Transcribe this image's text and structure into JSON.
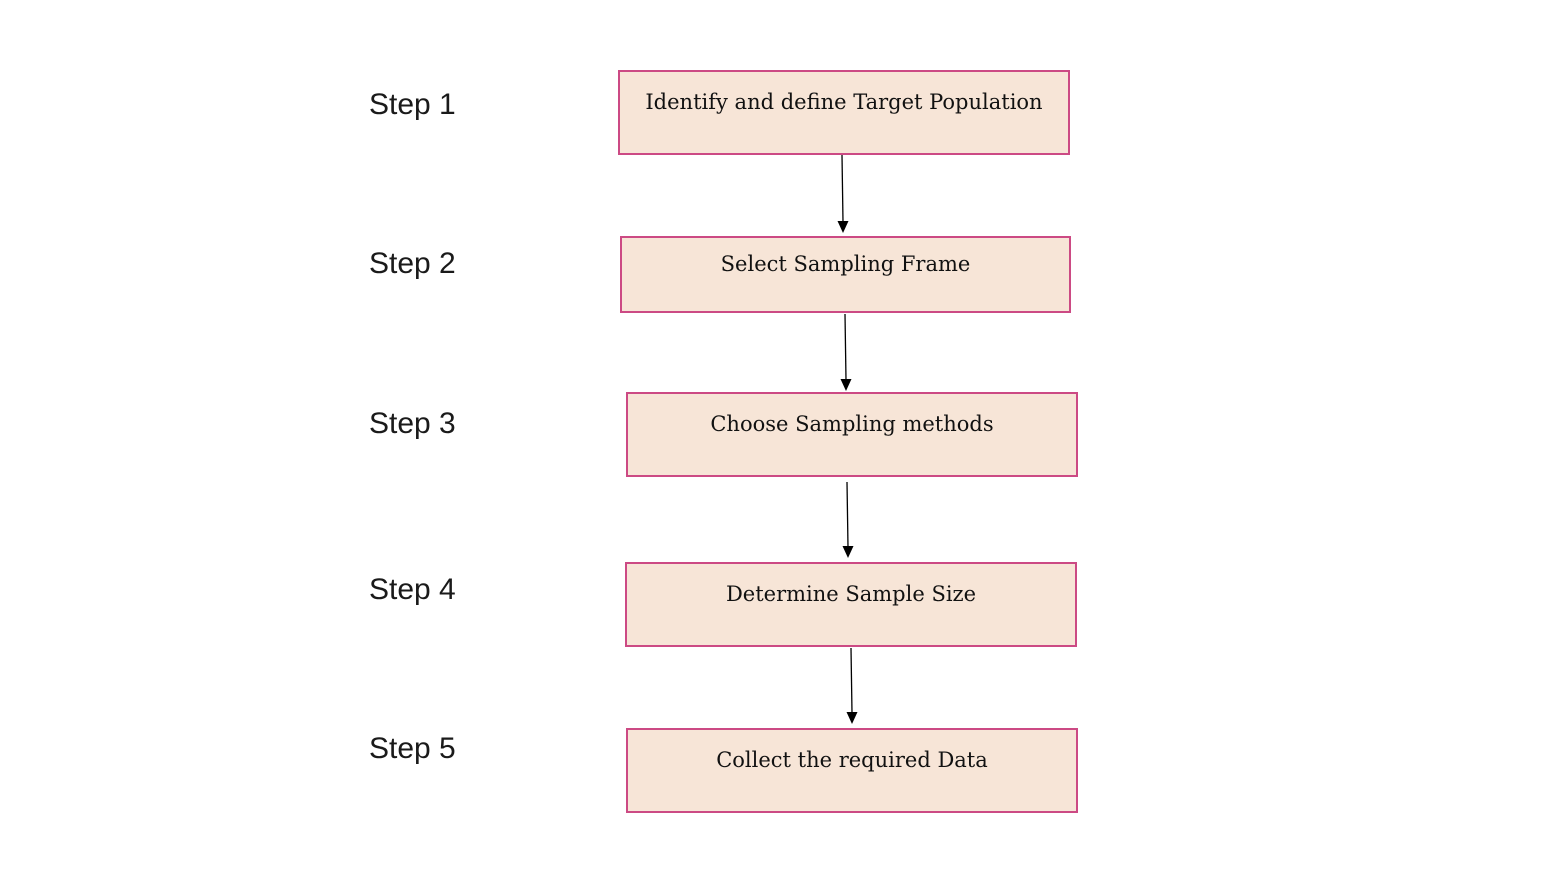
{
  "steps": [
    {
      "label": "Step 1",
      "text": "Identify and define Target Population"
    },
    {
      "label": "Step 2",
      "text": "Select Sampling Frame"
    },
    {
      "label": "Step 3",
      "text": "Choose Sampling methods"
    },
    {
      "label": "Step 4",
      "text": "Determine Sample Size"
    },
    {
      "label": "Step 5",
      "text": "Collect the required Data"
    }
  ],
  "colors": {
    "box_fill": "#f7e5d7",
    "box_border": "#cc4a84",
    "arrow": "#000000",
    "text": "#111111"
  }
}
